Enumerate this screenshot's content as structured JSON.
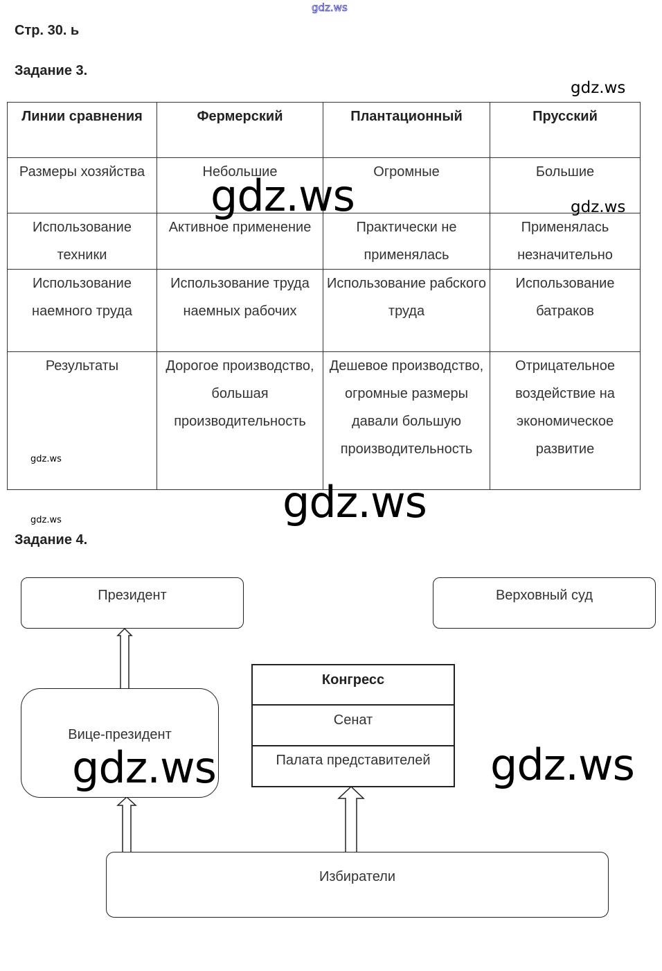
{
  "header": {
    "page": "Стр. 30. ь",
    "task3": "Задание 3.",
    "task4": "Задание 4."
  },
  "table": {
    "headers": [
      "Линии сравнения",
      "Фермерский",
      "Плантационный",
      "Прусский"
    ],
    "rows": [
      [
        "Размеры хозяйства",
        "Небольшие",
        "Огромные",
        "Большие"
      ],
      [
        "Использование техники",
        "Активное применение",
        "Практически не применялась",
        "Применялась незначительно"
      ],
      [
        "Использование наемного труда",
        "Использование труда наемных рабочих",
        "Использование рабского труда",
        "Использование батраков"
      ],
      [
        "Результаты",
        "Дорогое производство, большая производительность",
        "Дешевое производство, огромные размеры давали большую производительность",
        "Отрицательное воздействие на экономическое развитие"
      ]
    ]
  },
  "diagram": {
    "president": "Президент",
    "supreme_court": "Верховный суд",
    "vice_president": "Вице-президент",
    "congress": "Конгресс",
    "senate": "Сенат",
    "house": "Палата представителей",
    "voters": "Избиратели"
  },
  "watermark": "gdz.ws"
}
